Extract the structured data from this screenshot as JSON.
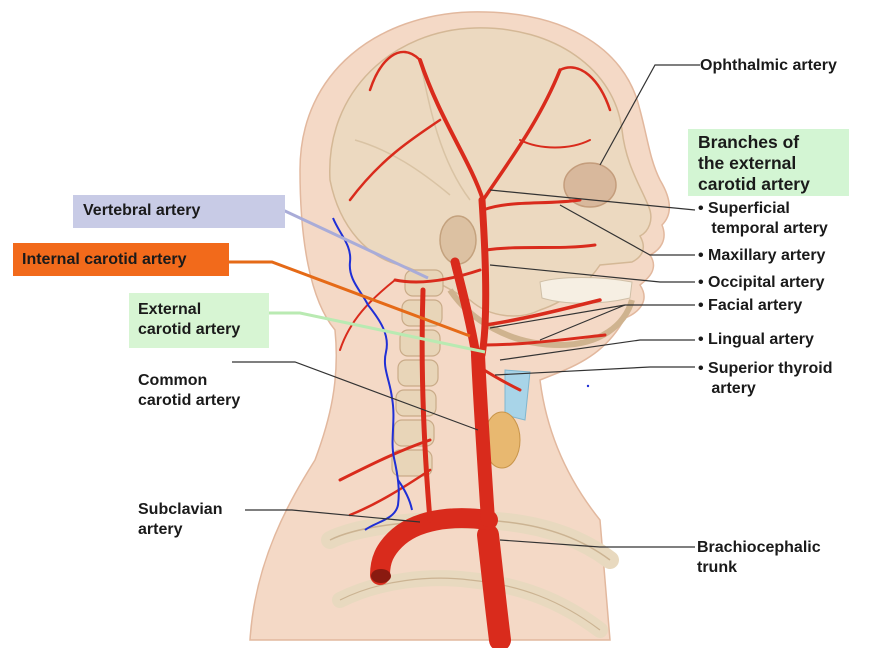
{
  "labels": {
    "ophthalmic": "Ophthalmic artery",
    "branches_title": "Branches of\nthe external\ncarotid artery",
    "superficial_temporal": "• Superficial\n   temporal artery",
    "maxillary": "• Maxillary artery",
    "occipital": "• Occipital artery",
    "facial": "• Facial artery",
    "lingual": "• Lingual artery",
    "superior_thyroid": "• Superior thyroid\n   artery",
    "brachiocephalic": "Brachiocephalic\ntrunk",
    "vertebral": "Vertebral artery",
    "internal_carotid": "Internal carotid artery",
    "external_carotid": "External\ncarotid artery",
    "common_carotid": "Common\ncarotid artery",
    "subclavian": "Subclavian\nartery"
  },
  "colors": {
    "artery_red": "#d92b1c",
    "skin": "#f2d2bd",
    "bone": "#ead9c0",
    "vertebral_box": "#c8cbe6",
    "internal_box": "#f26a1b",
    "external_box": "#d7f5d3",
    "vertebral_trace": "#1f2fd6"
  }
}
